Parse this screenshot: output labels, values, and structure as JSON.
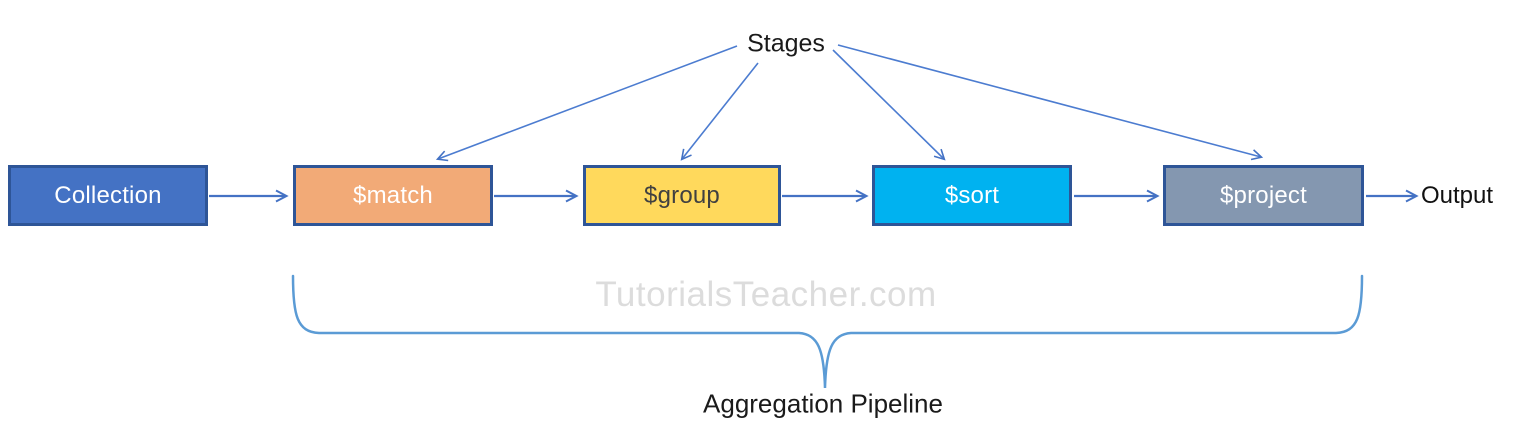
{
  "diagram": {
    "title_label": "Stages",
    "output_label": "Output",
    "watermark": "TutorialsTeacher.com",
    "pipeline_label": "Aggregation Pipeline",
    "nodes": [
      {
        "id": "collection",
        "label": "Collection",
        "fill": "#4472C4",
        "text_color": "#FFFFFF"
      },
      {
        "id": "match",
        "label": "$match",
        "fill": "#F2AA77",
        "text_color": "#FFFFFF"
      },
      {
        "id": "group",
        "label": "$group",
        "fill": "#FFD95C",
        "text_color": "#404040"
      },
      {
        "id": "sort",
        "label": "$sort",
        "fill": "#00B2F0",
        "text_color": "#FFFFFF"
      },
      {
        "id": "project",
        "label": "$project",
        "fill": "#8497B0",
        "text_color": "#FFFFFF"
      }
    ],
    "flow_order": [
      "Collection",
      "$match",
      "$group",
      "$sort",
      "$project",
      "Output"
    ],
    "colors": {
      "node_border": "#2E5597",
      "arrow": "#4472C4",
      "brace": "#5B9BD5",
      "watermark_text": "#DCDCDC",
      "label_text": "#1A1A1A"
    }
  }
}
